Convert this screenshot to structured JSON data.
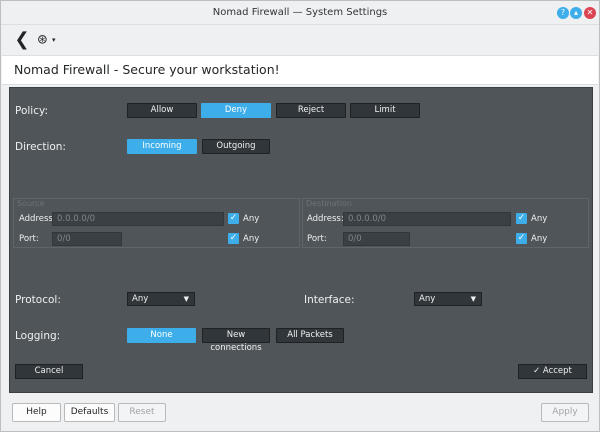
{
  "window": {
    "title": "Nomad Firewall — System Settings",
    "help_glyph": "?",
    "max_glyph": "▴",
    "close_glyph": "✕"
  },
  "toolbar": {
    "back_glyph": "❮",
    "help_glyph": "⊛",
    "caret_glyph": "▾"
  },
  "header": {
    "title": "Nomad Firewall - Secure your workstation!"
  },
  "policy": {
    "label": "Policy:",
    "options": [
      "Allow",
      "Deny",
      "Reject",
      "Limit"
    ],
    "selected": "Deny"
  },
  "direction": {
    "label": "Direction:",
    "options": [
      "Incoming",
      "Outgoing"
    ],
    "selected": "Incoming"
  },
  "source": {
    "title": "Source",
    "address_label": "Address:",
    "address_placeholder": "0.0.0.0/0",
    "port_label": "Port:",
    "port_placeholder": "0/0",
    "any_label": "Any",
    "address_any_checked": true,
    "port_any_checked": true
  },
  "destination": {
    "title": "Destination",
    "address_label": "Address:",
    "address_placeholder": "0.0.0.0/0",
    "port_label": "Port:",
    "port_placeholder": "0/0",
    "any_label": "Any",
    "address_any_checked": true,
    "port_any_checked": true
  },
  "protocol": {
    "label": "Protocol:",
    "value": "Any"
  },
  "interface": {
    "label": "Interface:",
    "value": "Any"
  },
  "logging": {
    "label": "Logging:",
    "options": [
      "None",
      "New connections",
      "All Packets"
    ],
    "selected": "None"
  },
  "actions": {
    "cancel": "Cancel",
    "accept": "Accept",
    "accept_glyph": "✓"
  },
  "bottom": {
    "help": "Help",
    "defaults": "Defaults",
    "reset": "Reset",
    "apply": "Apply"
  },
  "check_glyph": "✓",
  "combo_arrow": "▼",
  "colors": {
    "accent": "#3daee9",
    "panel": "#4f5559",
    "close": "#da4453"
  }
}
